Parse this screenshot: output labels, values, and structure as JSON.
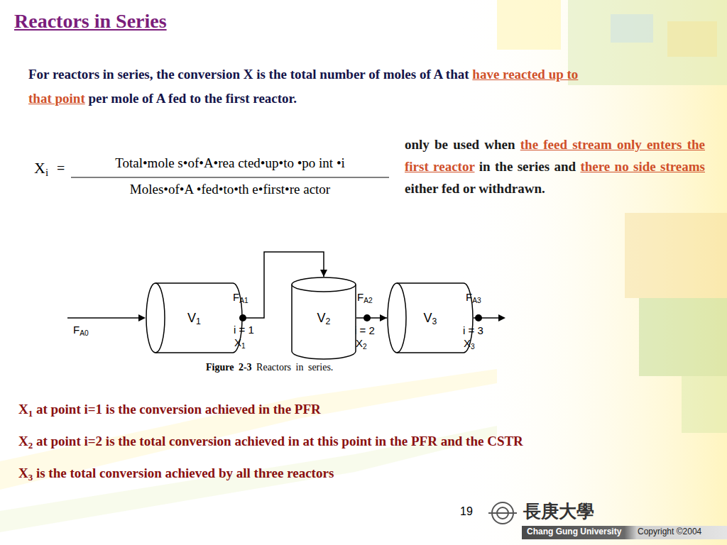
{
  "diagram": {
    "title": "Reactors in Series",
    "caption": "Figure 2-3 Reactors in series.",
    "nodes": [
      {
        "text": [
          "V1"
        ]
      },
      {
        "text": [
          "V2"
        ]
      },
      {
        "text": [
          "V3"
        ]
      }
    ],
    "edges": [
      {
        "from": 0,
        "to": 1,
        "arrow": "to"
      },
      {
        "from": 1,
        "to": 2,
        "arrow": "to"
      }
    ],
    "labels": [
      "For reactors in series, the conversion X is the total number of moles of A that",
      "have reacted up to that point",
      "per mole of A fed to the first reactor.",
      "Xi",
      "=",
      "Total•mole s•of•A•rea cted•up•to •po int •i",
      "Moles•of•A •fed•to•th e•first•re actor",
      "only be used when",
      "the feed stream only enters the first reactor",
      "in the series and",
      "there no side streams",
      "either fed or withdrawn.",
      "FA0",
      "FA1",
      "i = 1",
      "X1",
      "FA2",
      "i = 2",
      "X2",
      "FA3",
      "i = 3",
      "X3",
      "X1 at point i=1 is the conversion achieved in the PFR",
      "X2 at point i=2 is the total conversion achieved in at this point in the PFR and the CSTR",
      "X3 is the total conversion achieved by all three reactors",
      "19",
      "長庚大學",
      "Chang Gung University",
      "Copyright ©2004"
    ]
  }
}
